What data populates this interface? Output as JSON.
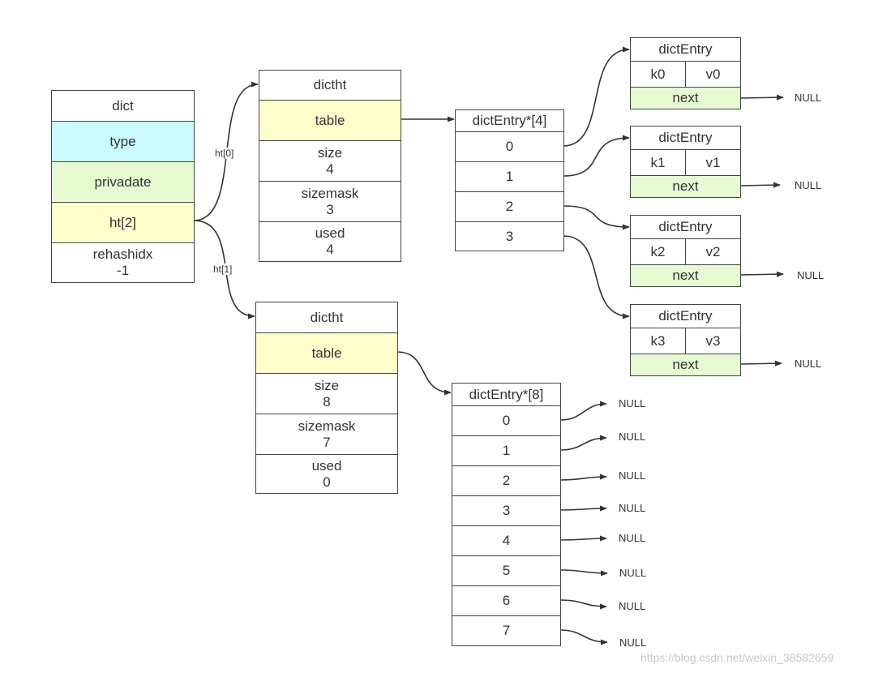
{
  "dict": {
    "title": "dict",
    "type": "type",
    "privdata": "privadate",
    "ht": "ht[2]",
    "rehashidx_label": "rehashidx",
    "rehashidx_value": "-1"
  },
  "edge_labels": {
    "ht0": "ht[0]",
    "ht1": "ht[1]"
  },
  "dictht0": {
    "title": "dictht",
    "table": "table",
    "size_label": "size",
    "size_value": "4",
    "sizemask_label": "sizemask",
    "sizemask_value": "3",
    "used_label": "used",
    "used_value": "4"
  },
  "dictht1": {
    "title": "dictht",
    "table": "table",
    "size_label": "size",
    "size_value": "8",
    "sizemask_label": "sizemask",
    "sizemask_value": "7",
    "used_label": "used",
    "used_value": "0"
  },
  "array4": {
    "title": "dictEntry*[4]",
    "slots": [
      "0",
      "1",
      "2",
      "3"
    ]
  },
  "array8": {
    "title": "dictEntry*[8]",
    "slots": [
      "0",
      "1",
      "2",
      "3",
      "4",
      "5",
      "6",
      "7"
    ]
  },
  "entries": [
    {
      "title": "dictEntry",
      "key": "k0",
      "value": "v0",
      "next": "next"
    },
    {
      "title": "dictEntry",
      "key": "k1",
      "value": "v1",
      "next": "next"
    },
    {
      "title": "dictEntry",
      "key": "k2",
      "value": "v2",
      "next": "next"
    },
    {
      "title": "dictEntry",
      "key": "k3",
      "value": "v3",
      "next": "next"
    }
  ],
  "null_label": "NULL",
  "watermark": "https://blog.csdn.net/weixin_38582659",
  "colors": {
    "cyan": "#ccfbff",
    "green": "#e6fbd2",
    "yellow": "#ffffcc",
    "line": "#333333"
  }
}
